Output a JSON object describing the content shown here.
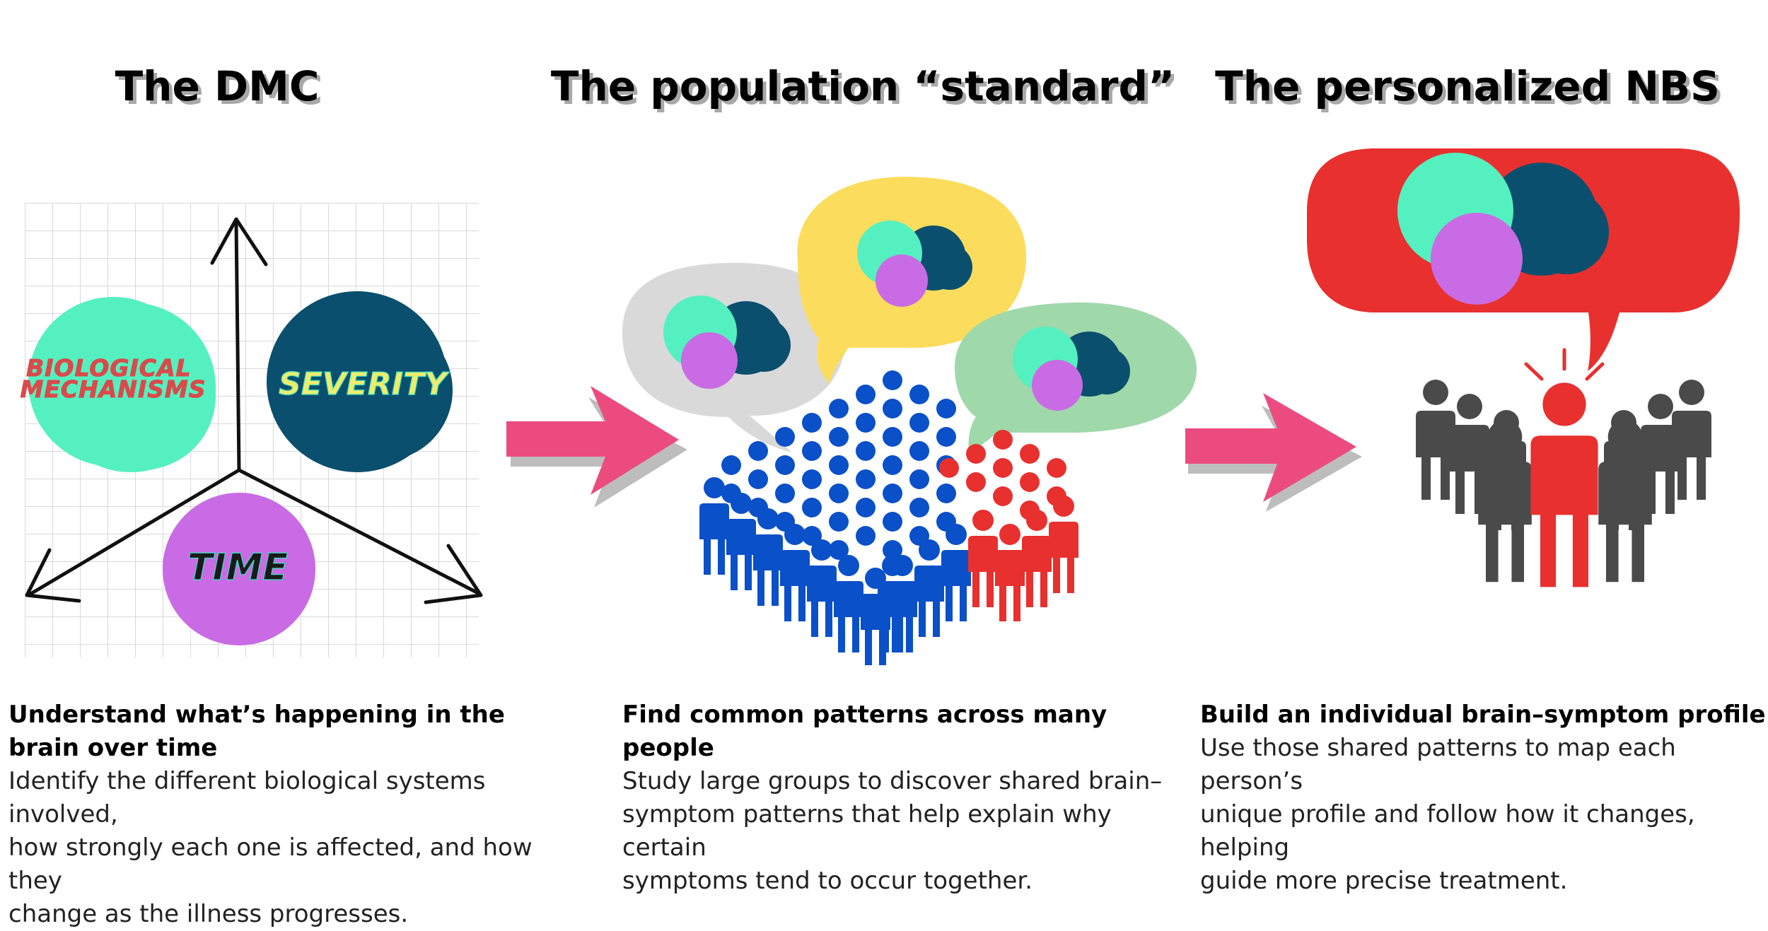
{
  "panels": [
    {
      "title": "The DMC",
      "caption_head": "Understand what’s happening in the brain over time",
      "caption_body": "Identify the different biological systems involved,\nhow strongly each one is affected, and how they\nchange as the illness progresses."
    },
    {
      "title": "The  population “standard”",
      "caption_head": "Find common patterns across many people",
      "caption_body": "Study large groups to discover shared brain–\nsymptom patterns that help explain why certain\nsymptoms tend to occur together."
    },
    {
      "title": "The personalized NBS",
      "caption_head": "Build an individual brain–symptom profile",
      "caption_body": "Use those shared patterns to map each person’s\nunique profile and follow how it changes, helping\nguide more precise treatment."
    }
  ],
  "dmc_circles": {
    "biological": "BIOLOGICAL\nMECHANISMS",
    "severity": "SEVERITY",
    "time": "TIME"
  },
  "colors": {
    "mint": "#55f0c0",
    "navy": "#0a4f6e",
    "purple": "#c96be4",
    "red": "#e8302e",
    "blue": "#0a50c8",
    "gray_person": "#4a4a4a",
    "arrow_pink": "#ec4b80",
    "bubble_gray": "#d9d9d9",
    "bubble_yellow": "#fcdc5c",
    "bubble_green": "#9fd9aa"
  },
  "icons": [
    "axes-diagram",
    "speech-bubble-icon",
    "arrow-right-icon",
    "people-crowd-icon",
    "highlighted-person-icon"
  ]
}
